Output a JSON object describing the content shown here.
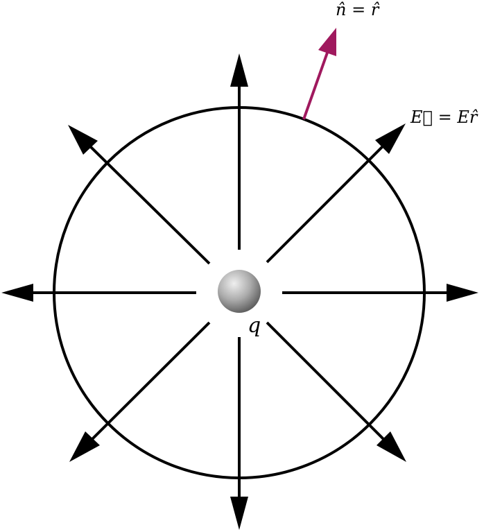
{
  "charge": {
    "symbol": "q"
  },
  "normal_label": {
    "lhs": "n̂",
    "eq": "=",
    "rhs": "r̂"
  },
  "field_label": {
    "lhs": "E⃗",
    "eq": "=",
    "rhs": "Er̂"
  },
  "colors": {
    "stroke": "#000000",
    "normal_arrow": "#a0195e",
    "charge_light": "#ededed",
    "charge_mid": "#a9a9a9",
    "charge_dark": "#5e5e5e"
  },
  "field_directions_deg": [
    0,
    45,
    90,
    135,
    180,
    225,
    270,
    315
  ]
}
